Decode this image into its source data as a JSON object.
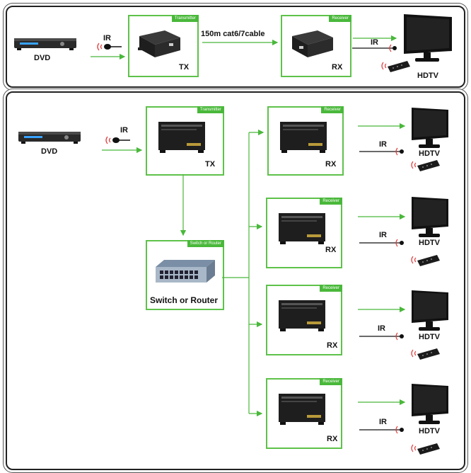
{
  "top": {
    "source": "DVD",
    "ir": "IR",
    "cable": "150m cat6/7cable",
    "transmitter_tag": "Transmitter",
    "transmitter_label": "TX",
    "receiver_tag": "Receiver",
    "receiver_label": "RX",
    "ir_out": "IR",
    "display": "HDTV"
  },
  "bottom": {
    "source": "DVD",
    "ir": "IR",
    "transmitter_tag": "Transmitter",
    "transmitter_label": "TX",
    "switch_tag": "Switch or Router",
    "switch_label": "Switch or Router",
    "receivers": [
      {
        "tag": "Receiver",
        "label": "RX",
        "ir": "IR",
        "display": "HDTV"
      },
      {
        "tag": "Receiver",
        "label": "RX",
        "ir": "IR",
        "display": "HDTV"
      },
      {
        "tag": "Receiver",
        "label": "RX",
        "ir": "IR",
        "display": "HDTV"
      },
      {
        "tag": "Receiver",
        "label": "RX",
        "ir": "IR",
        "display": "HDTV"
      }
    ]
  },
  "colors": {
    "accent": "#49b83a",
    "frame": "#222222",
    "device": "#1b1b1b"
  }
}
